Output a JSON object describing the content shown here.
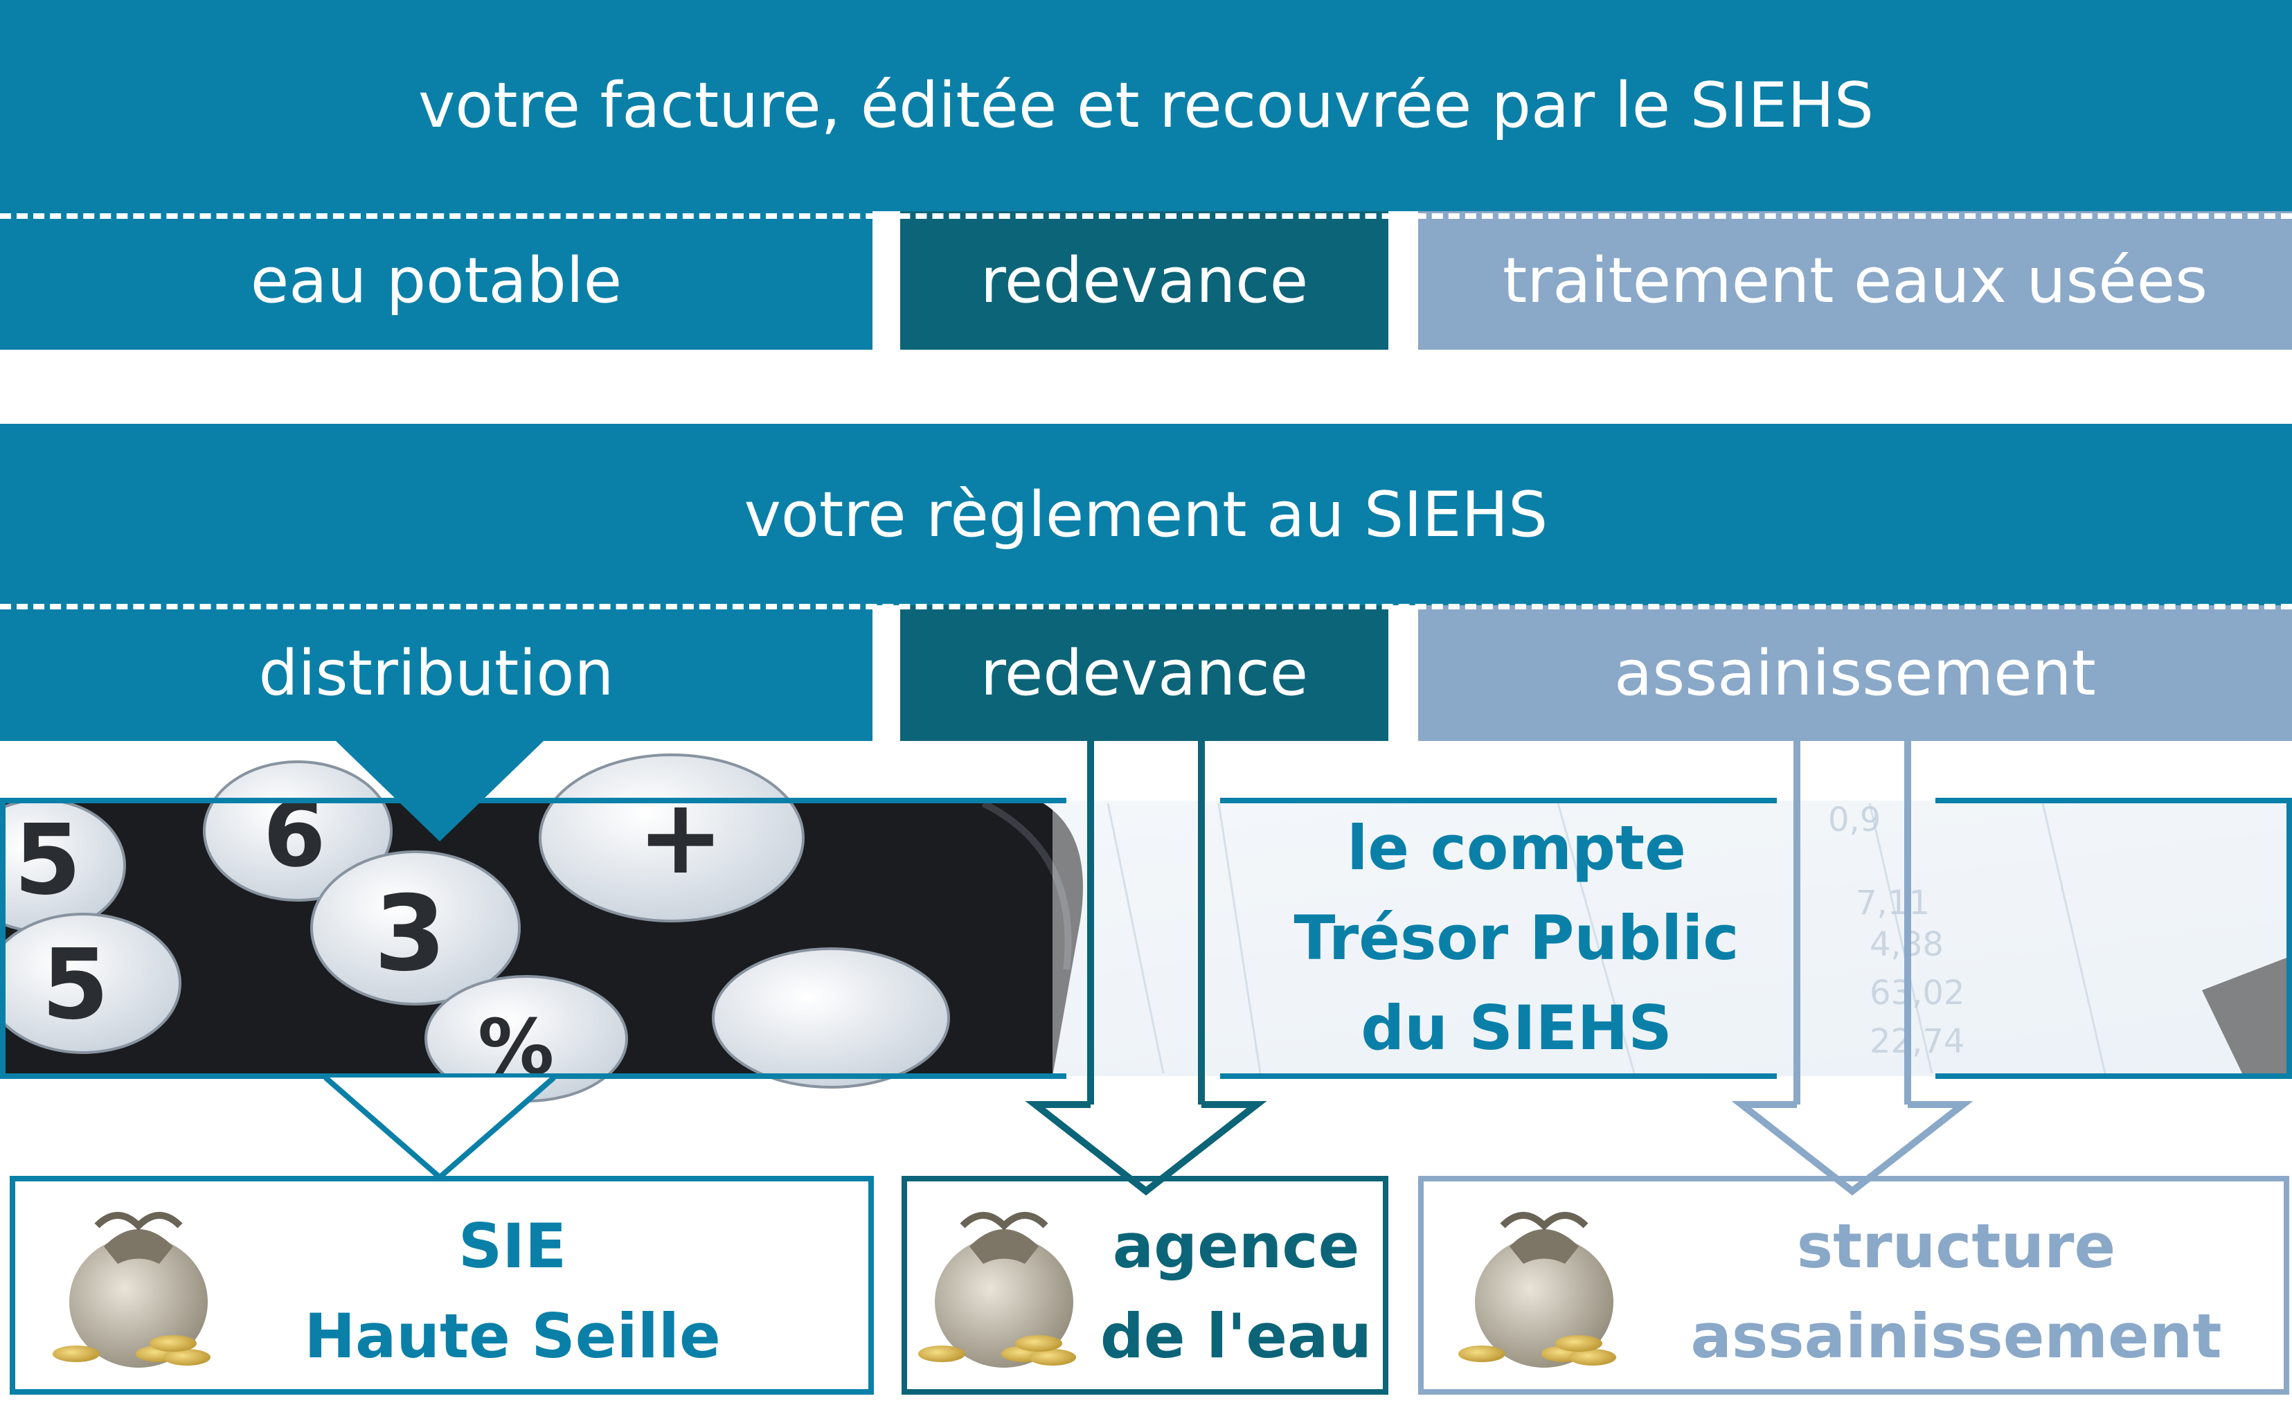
{
  "invoice": {
    "title": "votre facture, éditée et recouvrée par le SIEHS",
    "items": [
      "eau potable",
      "redevance",
      "traitement eaux usées"
    ]
  },
  "payment": {
    "title": "votre règlement au SIEHS",
    "items": [
      "distribution",
      "redevance",
      "assainissement"
    ]
  },
  "treasury": {
    "lines": [
      "le compte",
      "Trésor Public",
      "du SIEHS"
    ]
  },
  "recipients": [
    {
      "lines": [
        "SIE",
        "Haute Seille"
      ]
    },
    {
      "lines": [
        "agence",
        "de l'eau"
      ]
    },
    {
      "lines": [
        "structure",
        "assainissement"
      ]
    }
  ],
  "colors": {
    "main": "#0a80a8",
    "dark": "#0c6478",
    "light": "#8aa8c8"
  },
  "icons": [
    "calculator-photo",
    "money-bag-icon"
  ]
}
